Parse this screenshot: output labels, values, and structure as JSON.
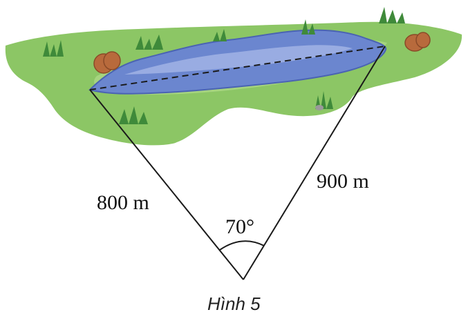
{
  "figure": {
    "side_left_label": "800 m",
    "side_right_label": "900 m",
    "angle_label": "70°",
    "caption": "Hình 5"
  },
  "colors": {
    "grass": "#8cc665",
    "grass_light": "#a6d47f",
    "lake": "#6b86cf",
    "lake_dark": "#4a63b3",
    "lake_highlight": "#b8c7ef",
    "rock": "#b86a3c",
    "rock_shadow": "#8a4a28",
    "tuft": "#3f8a3a",
    "line": "#1a1a1a"
  },
  "icons": [
    "grass-tuft-icon",
    "rock-icon",
    "lake-shape"
  ]
}
